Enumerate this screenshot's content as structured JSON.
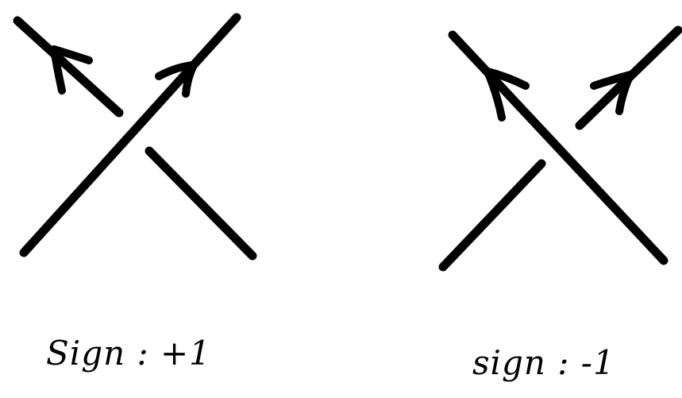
{
  "crossings": [
    {
      "caption": "Sign : +1",
      "over_strand": "bottom-left to top-right",
      "under_strand": "bottom-right to top-left",
      "arrow_directions": [
        "top-left",
        "top-right"
      ]
    },
    {
      "caption": "sign : -1",
      "over_strand": "bottom-right to top-left",
      "under_strand": "bottom-left to top-right",
      "arrow_directions": [
        "top-left",
        "top-right"
      ]
    }
  ],
  "colors": {
    "ink": "#000000",
    "background": "#ffffff"
  }
}
